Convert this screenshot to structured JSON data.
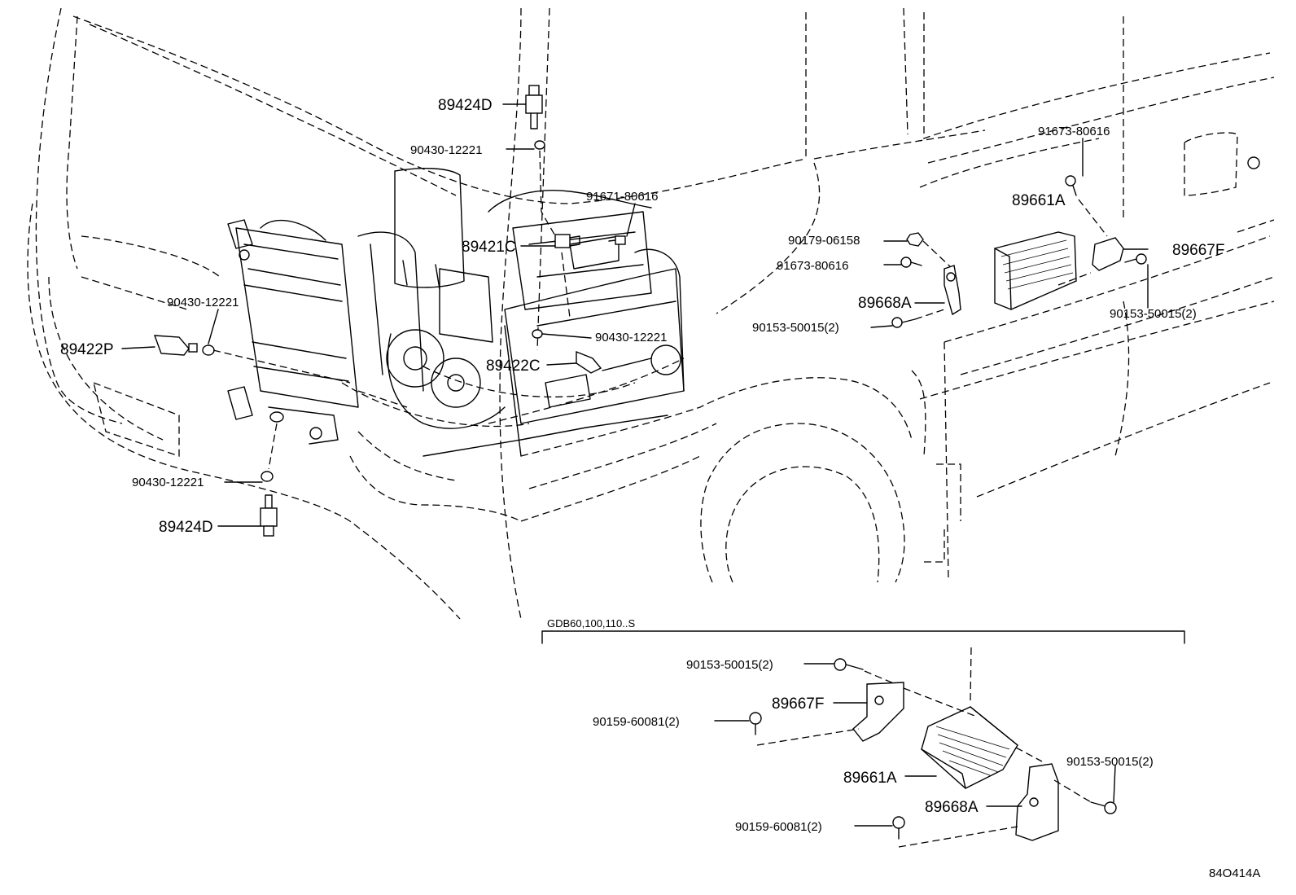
{
  "diagram_id": "84O414A",
  "variant_note": "GDB60,100,110..S",
  "labels": {
    "p89424D_top": "89424D",
    "p90430_top": "90430-12221",
    "p91671": "91671-80616",
    "p89421C": "89421C",
    "p90430_left": "90430-12221",
    "p89422P": "89422P",
    "p90430_mid": "90430-12221",
    "p89422C": "89422C",
    "p90430_low": "90430-12221",
    "p89424D_low": "89424D",
    "p91673_a": "91673-80616",
    "p89661A_top": "89661A",
    "p90179": "90179-06158",
    "p89667F_top": "89667F",
    "p91673_b": "91673-80616",
    "p89668A_top": "89668A",
    "p90153_a": "90153-50015(2)",
    "p90153_b": "90153-50015(2)",
    "p90153_c": "90153-50015(2)",
    "p89667F_low": "89667F",
    "p90159_a": "90159-60081(2)",
    "p89661A_low": "89661A",
    "p90153_d": "90153-50015(2)",
    "p89668A_low": "89668A",
    "p90159_b": "90159-60081(2)"
  }
}
